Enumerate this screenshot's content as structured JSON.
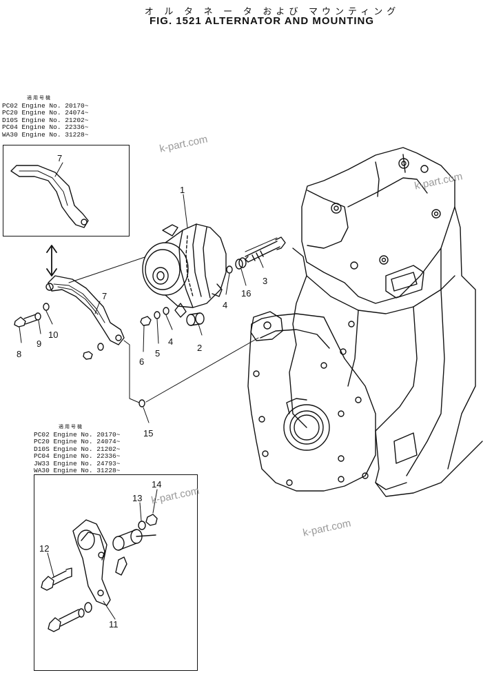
{
  "title": {
    "japanese": "オ ル タ ネ ー タ および マウンティング",
    "english": "FIG. 1521  ALTERNATOR AND MOUNTING"
  },
  "serial_box_upper": {
    "header": "適用号機",
    "lines": [
      "PC02  Engine No. 20170~",
      "PC20  Engine No. 24074~",
      "D10S  Engine No. 21202~",
      "PC04  Engine No. 22336~",
      "WA30  Engine No. 31228~"
    ]
  },
  "serial_box_lower": {
    "header": "適用号機",
    "lines": [
      "PC02  Engine No. 20170~",
      "PC20  Engine No. 24074~",
      "D10S  Engine No. 21202~",
      "PC04  Engine No. 22336~",
      "JW33  Engine No. 24793~",
      "WA30  Engine No. 31228~"
    ]
  },
  "part_labels": {
    "p1": "1",
    "p2": "2",
    "p3": "3",
    "p4a": "4",
    "p4b": "4",
    "p5": "5",
    "p6": "6",
    "p7a": "7",
    "p7b": "7",
    "p8": "8",
    "p9": "9",
    "p10": "10",
    "p11": "11",
    "p12": "12",
    "p13": "13",
    "p14": "14",
    "p15": "15",
    "p16": "16"
  },
  "watermarks": [
    "k-part.com",
    "k-part.com",
    "k-part.com",
    "k-part.com"
  ]
}
